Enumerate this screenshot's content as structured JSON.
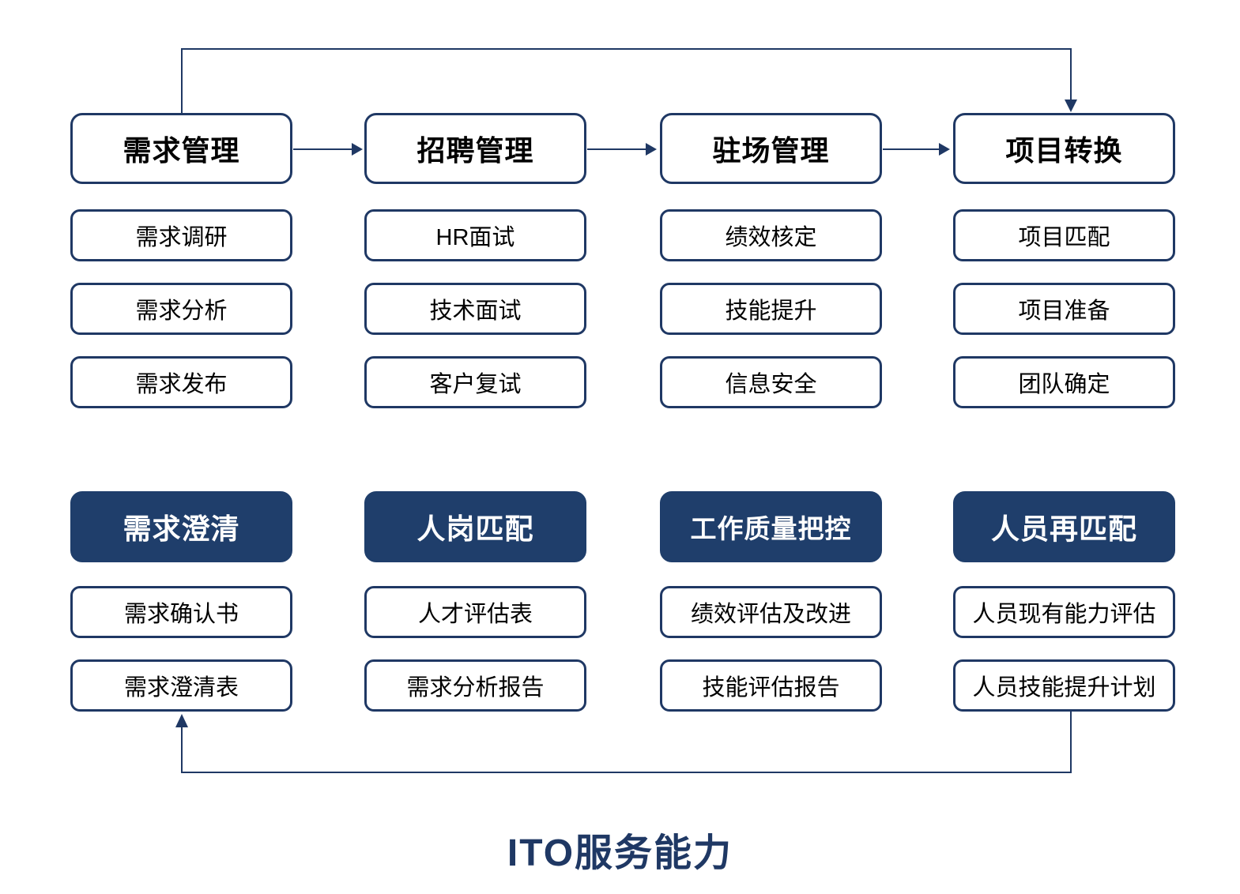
{
  "title": "ITO服务能力",
  "colors": {
    "accent_navy": "#1f3864",
    "dark_box_fill": "#1f3e6b",
    "box_background": "#ffffff",
    "box_text": "#000000",
    "dark_box_text": "#ffffff"
  },
  "top_section": {
    "columns": [
      {
        "header": "需求管理",
        "items": [
          "需求调研",
          "需求分析",
          "需求发布"
        ]
      },
      {
        "header": "招聘管理",
        "items": [
          "HR面试",
          "技术面试",
          "客户复试"
        ]
      },
      {
        "header": "驻场管理",
        "items": [
          "绩效核定",
          "技能提升",
          "信息安全"
        ]
      },
      {
        "header": "项目转换",
        "items": [
          "项目匹配",
          "项目准备",
          "团队确定"
        ]
      }
    ]
  },
  "bottom_section": {
    "columns": [
      {
        "header": "需求澄清",
        "items": [
          "需求确认书",
          "需求澄清表"
        ]
      },
      {
        "header": "人岗匹配",
        "items": [
          "人才评估表",
          "需求分析报告"
        ]
      },
      {
        "header": "工作质量把控",
        "items": [
          "绩效评估及改进",
          "技能评估报告"
        ]
      },
      {
        "header": "人员再匹配",
        "items": [
          "人员现有能力评估",
          "人员技能提升计划"
        ]
      }
    ]
  },
  "flows": [
    "需求管理 → 招聘管理",
    "招聘管理 → 驻场管理",
    "驻场管理 → 项目转换",
    "需求管理 ↑→ 项目转换 (top feedback)",
    "人员技能提升计划 ↓→ 需求澄清表 (bottom feedback)"
  ]
}
